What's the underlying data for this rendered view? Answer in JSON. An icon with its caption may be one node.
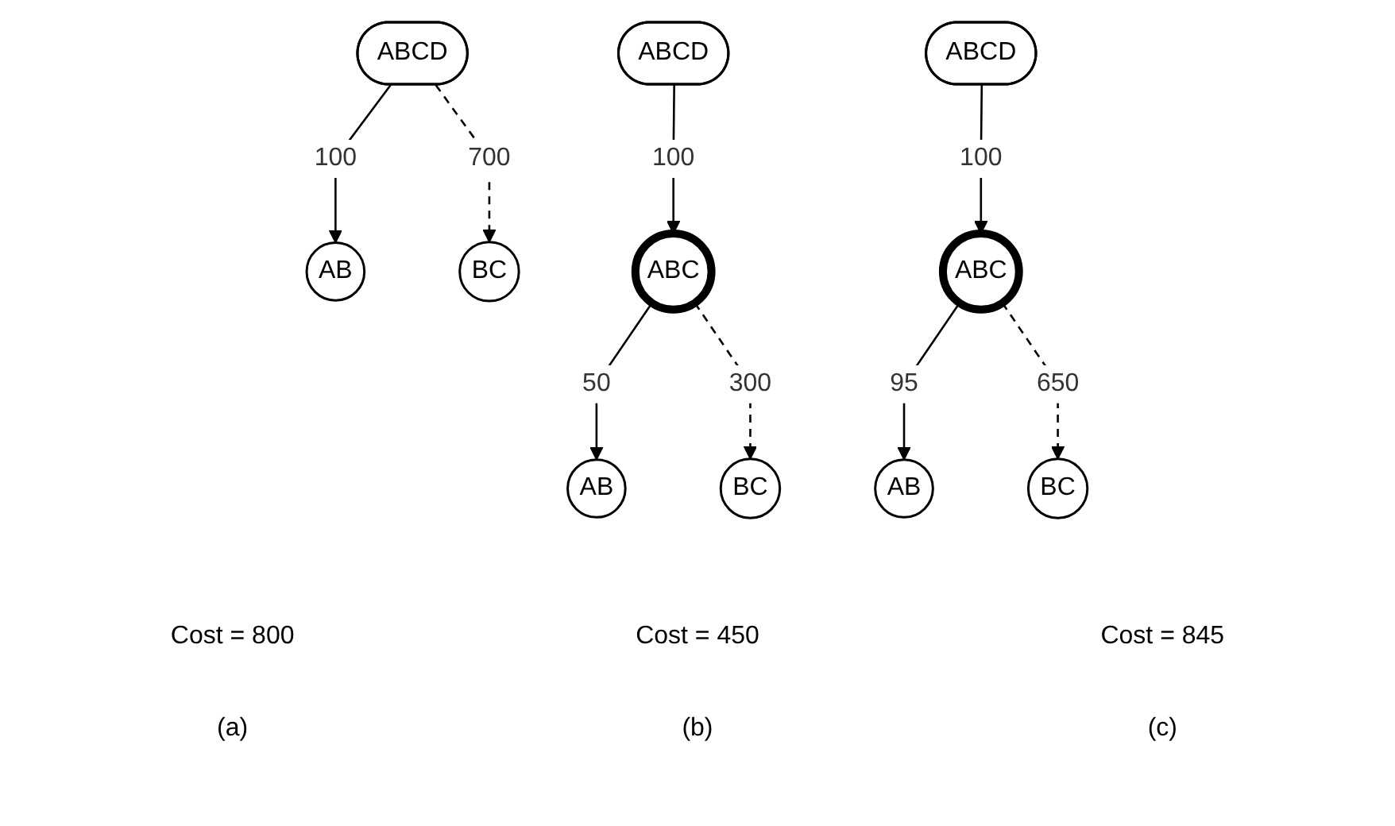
{
  "diagram": {
    "nodes": [
      {
        "text": [
          "ABCD"
        ]
      },
      {
        "text": [
          "AB"
        ]
      },
      {
        "text": [
          "BC"
        ]
      },
      {
        "text": [
          "ABCD"
        ]
      },
      {
        "text": [
          "ABC"
        ]
      },
      {
        "text": [
          "AB"
        ]
      },
      {
        "text": [
          "BC"
        ]
      },
      {
        "text": [
          "ABCD"
        ]
      },
      {
        "text": [
          "ABC"
        ]
      },
      {
        "text": [
          "AB"
        ]
      },
      {
        "text": [
          "BC"
        ]
      }
    ],
    "edges": [
      {
        "from": 0,
        "to": 1,
        "arrow": "to",
        "label": "100"
      },
      {
        "from": 0,
        "to": 2,
        "arrow": "to",
        "label": "700",
        "style": "dashed"
      },
      {
        "from": 3,
        "to": 4,
        "arrow": "to",
        "label": "100"
      },
      {
        "from": 4,
        "to": 5,
        "arrow": "to",
        "label": "50"
      },
      {
        "from": 4,
        "to": 6,
        "arrow": "to",
        "label": "300",
        "style": "dashed"
      },
      {
        "from": 7,
        "to": 8,
        "arrow": "to",
        "label": "100"
      },
      {
        "from": 8,
        "to": 9,
        "arrow": "to",
        "label": "95"
      },
      {
        "from": 8,
        "to": 10,
        "arrow": "to",
        "label": "650",
        "style": "dashed"
      }
    ],
    "labels": [
      "Cost = 800",
      "Cost = 450",
      "Cost = 845",
      "(a)",
      "(b)",
      "(c)"
    ]
  }
}
